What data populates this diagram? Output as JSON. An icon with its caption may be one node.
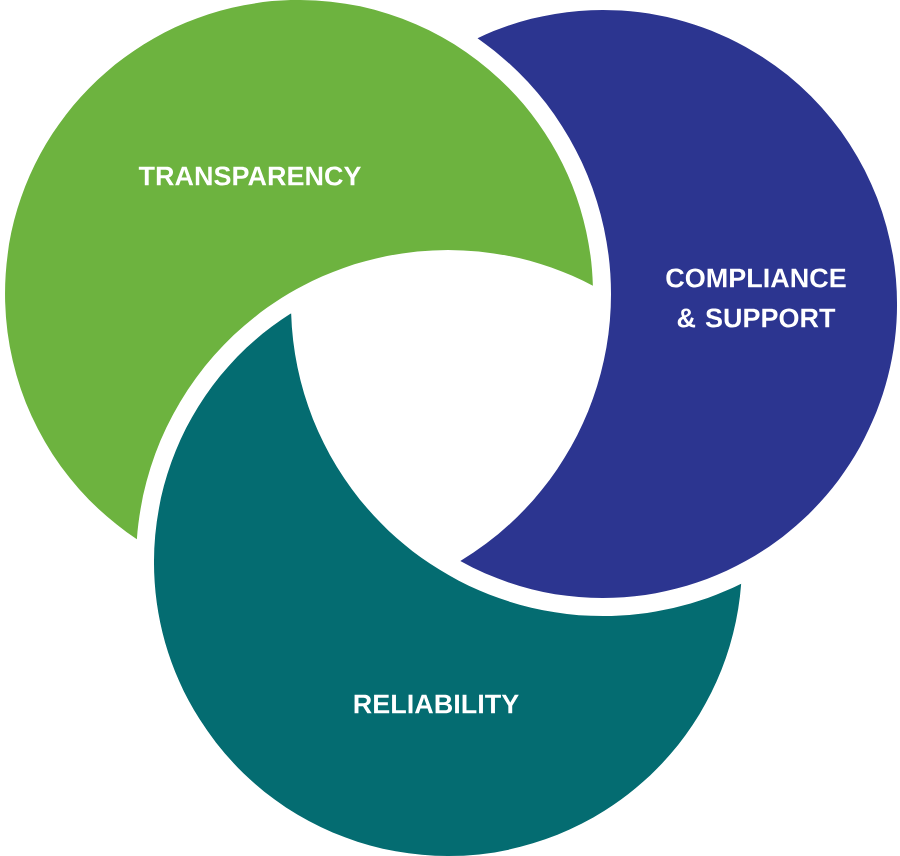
{
  "diagram": {
    "nodes": [
      {
        "text": [
          "TRANSPARENCY"
        ]
      },
      {
        "text": [
          "COMPLIANCE & SUPPORT"
        ]
      },
      {
        "text": [
          "RELIABILITY"
        ]
      }
    ]
  }
}
